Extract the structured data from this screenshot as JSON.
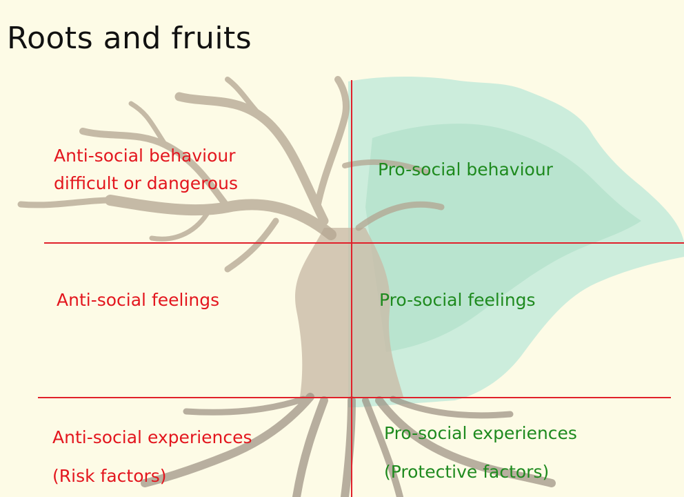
{
  "slide": {
    "title": "Roots and fruits"
  },
  "colors": {
    "background": "#fdfbe6",
    "anti_text": "#e3161e",
    "pro_text": "#1e8a1e",
    "divider": "#e0202a",
    "foliage": "#bfe8d6",
    "trunk": "#b9ab97"
  },
  "grid": {
    "rows": [
      {
        "anti": [
          "Anti-social behaviour",
          "difficult or dangerous"
        ],
        "pro": [
          "Pro-social behaviour"
        ]
      },
      {
        "anti": [
          "Anti-social feelings"
        ],
        "pro": [
          "Pro-social feelings"
        ]
      },
      {
        "anti": [
          "Anti-social experiences",
          "(Risk factors)"
        ],
        "pro": [
          "Pro-social experiences",
          "(Protective factors)"
        ]
      }
    ]
  }
}
